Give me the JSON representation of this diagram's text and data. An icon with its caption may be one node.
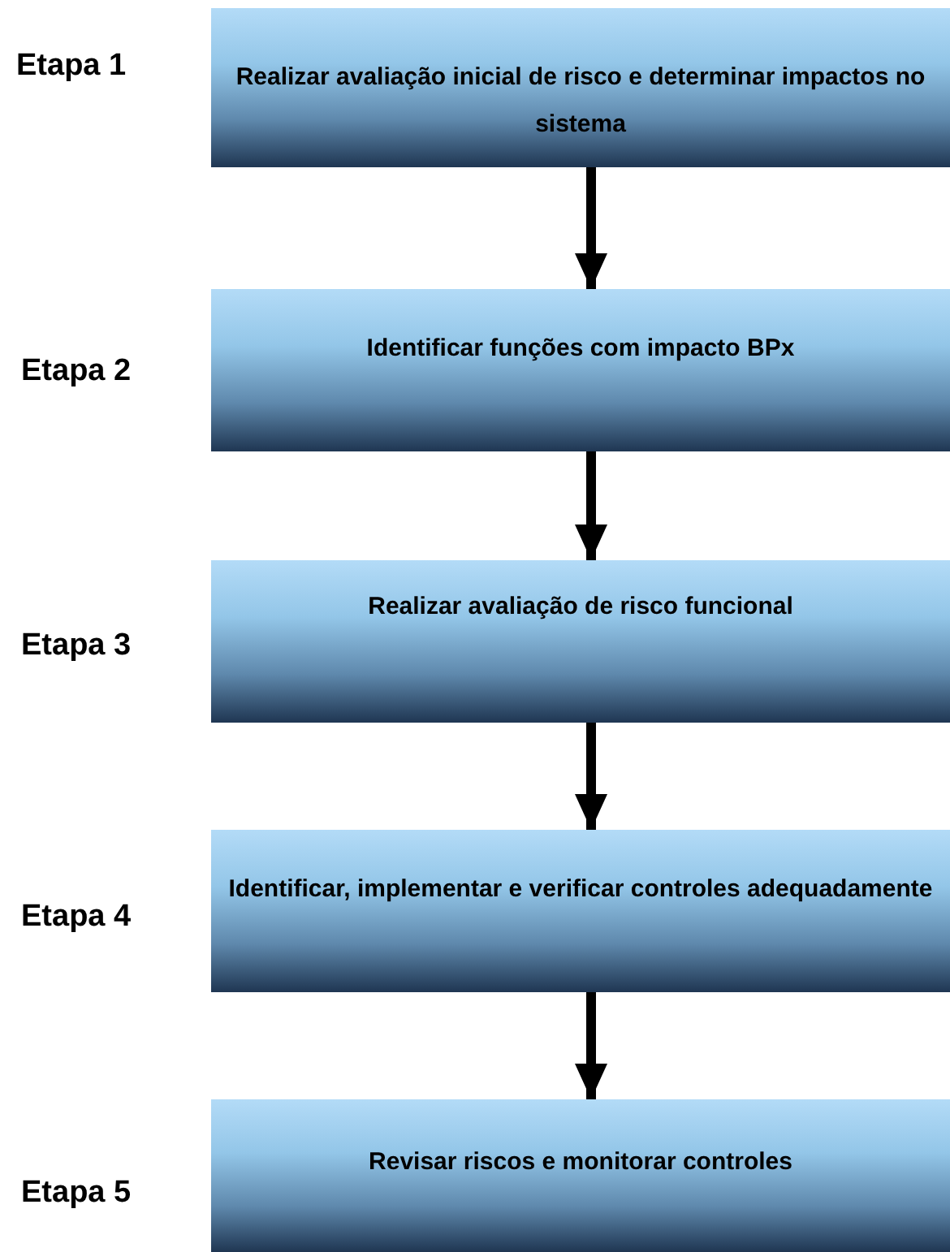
{
  "diagram": {
    "nodes": [
      {
        "text": [
          "Realizar avaliação inicial de risco e determinar impactos no sistema"
        ],
        "beside": [
          "Etapa 1"
        ]
      },
      {
        "text": [
          "Identificar funções com impacto BPx"
        ],
        "beside": [
          "Etapa 2"
        ]
      },
      {
        "text": [
          "Realizar avaliação de risco funcional"
        ],
        "beside": [
          "Etapa 3"
        ]
      },
      {
        "text": [
          "Identificar, implementar e verificar controles adequadamente"
        ],
        "beside": [
          "Etapa 4"
        ]
      },
      {
        "text": [
          "Revisar riscos e monitorar controles"
        ],
        "beside": [
          "Etapa 5"
        ]
      }
    ],
    "edges": [
      {
        "from": 0,
        "to": 1,
        "arrow": "to"
      },
      {
        "from": 1,
        "to": 2,
        "arrow": "to"
      },
      {
        "from": 2,
        "to": 3,
        "arrow": "to"
      },
      {
        "from": 3,
        "to": 4,
        "arrow": "to"
      }
    ]
  }
}
